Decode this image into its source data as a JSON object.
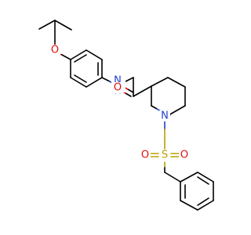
{
  "atoms": {
    "oxygen_ether": "O",
    "nitrogen_amide": "N",
    "hydrogen_amide": "H",
    "oxygen_carbonyl": "O",
    "nitrogen_ring": "N",
    "sulfur": "S",
    "oxygen_sulfonyl_left": "O",
    "oxygen_sulfonyl_right": "O"
  },
  "colors": {
    "carbon_bond": "#000000",
    "oxygen": "#e01010",
    "nitrogen": "#1f3fd0",
    "sulfur": "#b8a000"
  }
}
